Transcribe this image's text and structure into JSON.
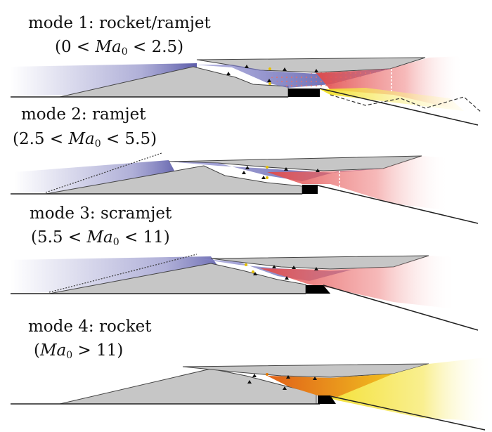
{
  "modes": [
    {
      "title": "mode 1: rocket/ramjet",
      "range": {
        "open": "(0 < ",
        "var": "Ma",
        "sub": "0",
        "close": " < 2.5)"
      }
    },
    {
      "title": "mode 2: ramjet",
      "range": {
        "open": "(2.5 < ",
        "var": "Ma",
        "sub": "0",
        "close": " < 5.5)"
      }
    },
    {
      "title": "mode 3: scramjet",
      "range": {
        "open": "(5.5 < ",
        "var": "Ma",
        "sub": "0",
        "close": " < 11)"
      }
    },
    {
      "title": "mode 4: rocket",
      "range": {
        "open": "(",
        "var": "Ma",
        "sub": "0",
        "close": " > 11)"
      }
    }
  ],
  "colors": {
    "body": "#c6c6c6",
    "outline": "#444444",
    "intake_flow": "#6f6fb8",
    "combustion": "#e35c5c",
    "rocket_plume": "#f5e642",
    "rocket_core": "#e38a1e",
    "rocket_block": "#000000"
  }
}
